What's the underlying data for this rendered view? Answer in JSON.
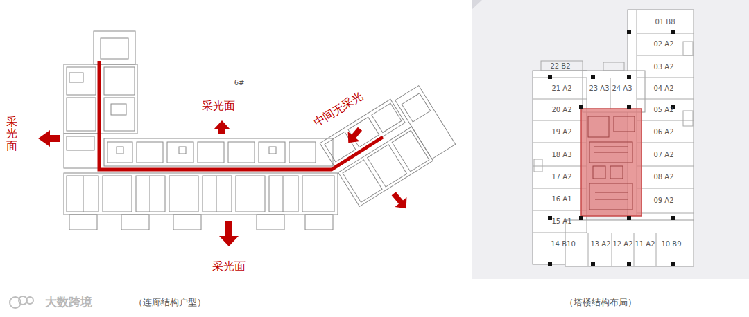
{
  "diagram": {
    "labels": [
      "采光面",
      "采光面",
      "中间无采光",
      "6#",
      "采光面",
      "01 B8",
      "02 A2",
      "22 B2",
      "03 A2",
      "21 A2",
      "23 A3",
      "24 A3",
      "04 A2",
      "20 A2",
      "05 A2",
      "19 A2",
      "06 A2",
      "18 A3",
      "07 A2",
      "17 A2",
      "08 A2",
      "16 A1",
      "09 A2",
      "15 A1",
      "14 B10",
      "13 A2",
      "12 A2",
      "11 A2",
      "10 B9",
      "大数跨境",
      "（连廊结构户型）",
      "（塔楼结构布局）"
    ]
  }
}
